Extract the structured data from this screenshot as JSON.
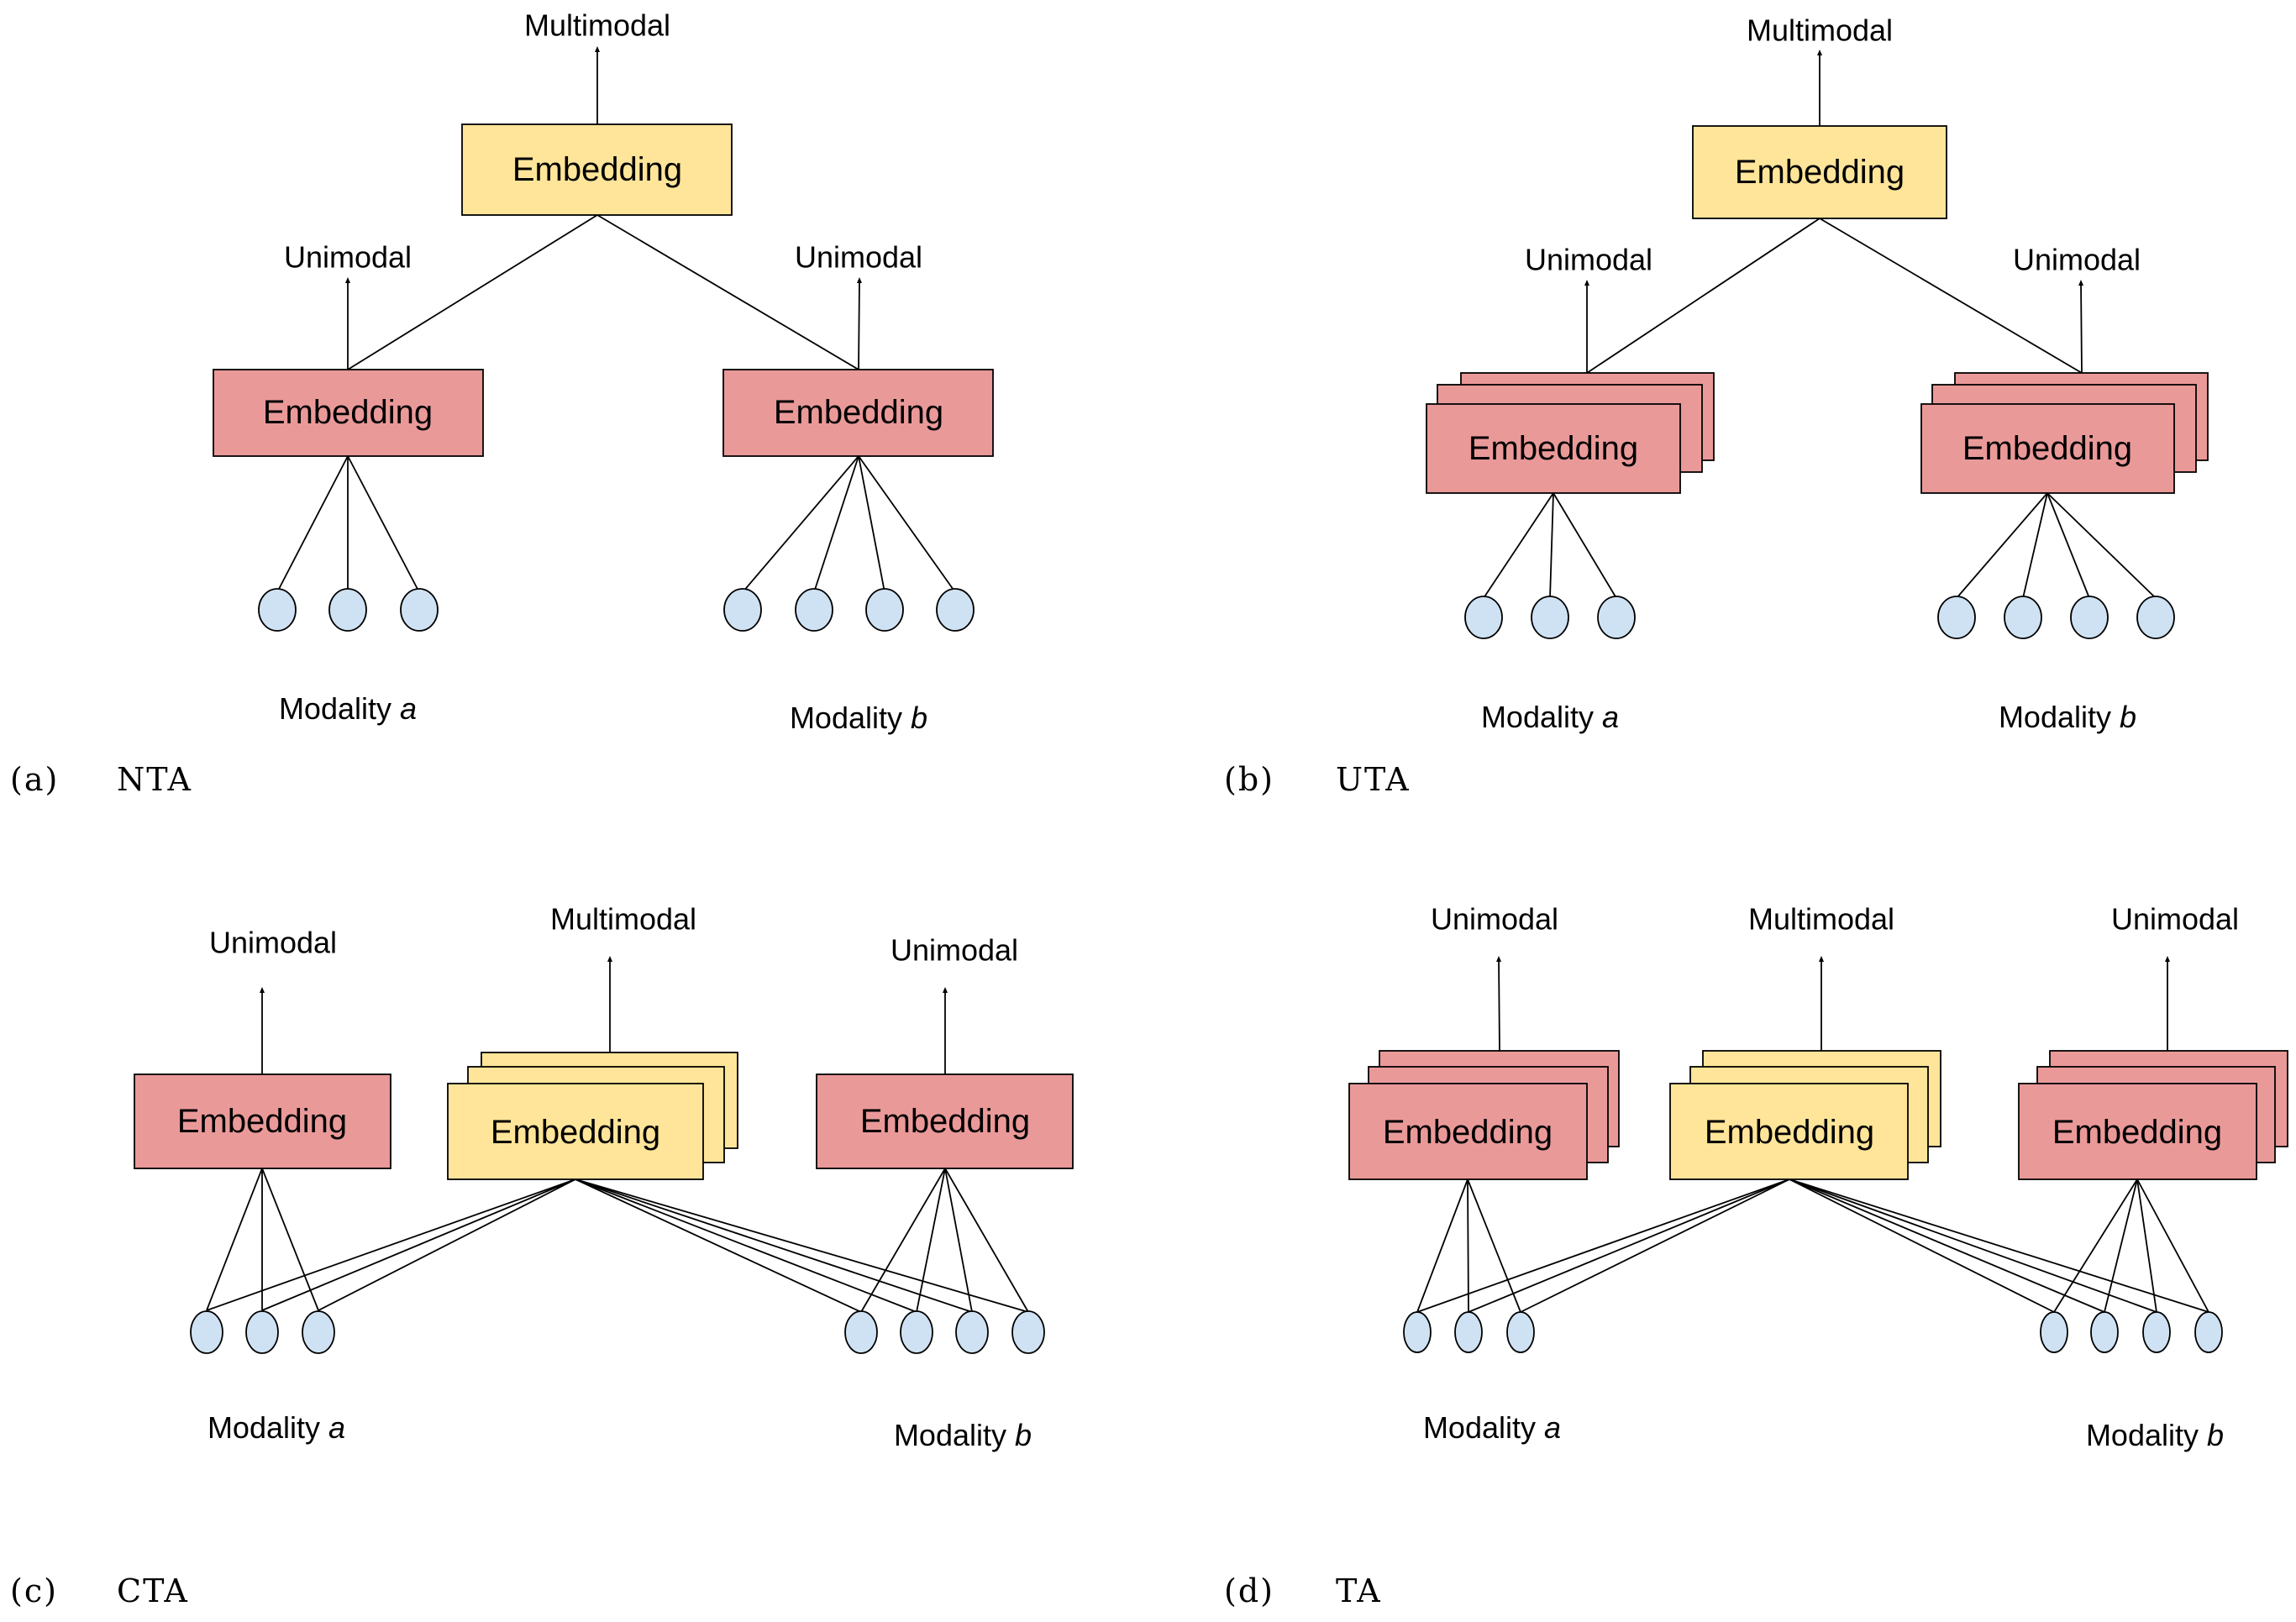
{
  "colors": {
    "multimodal_box": "#ffe599",
    "unimodal_box": "#ea9999",
    "input_node": "#cfe2f3"
  },
  "box_label": "Embedding",
  "labels": {
    "multimodal": "Multimodal",
    "unimodal": "Unimodal",
    "modality_prefix": "Modality",
    "modality_a": "a",
    "modality_b": "b"
  },
  "panels": {
    "a": {
      "caption_id": "(a)",
      "caption_name": "NTA"
    },
    "b": {
      "caption_id": "(b)",
      "caption_name": "UTA"
    },
    "c": {
      "caption_id": "(c)",
      "caption_name": "CTA"
    },
    "d": {
      "caption_id": "(d)",
      "caption_name": "TA"
    }
  }
}
